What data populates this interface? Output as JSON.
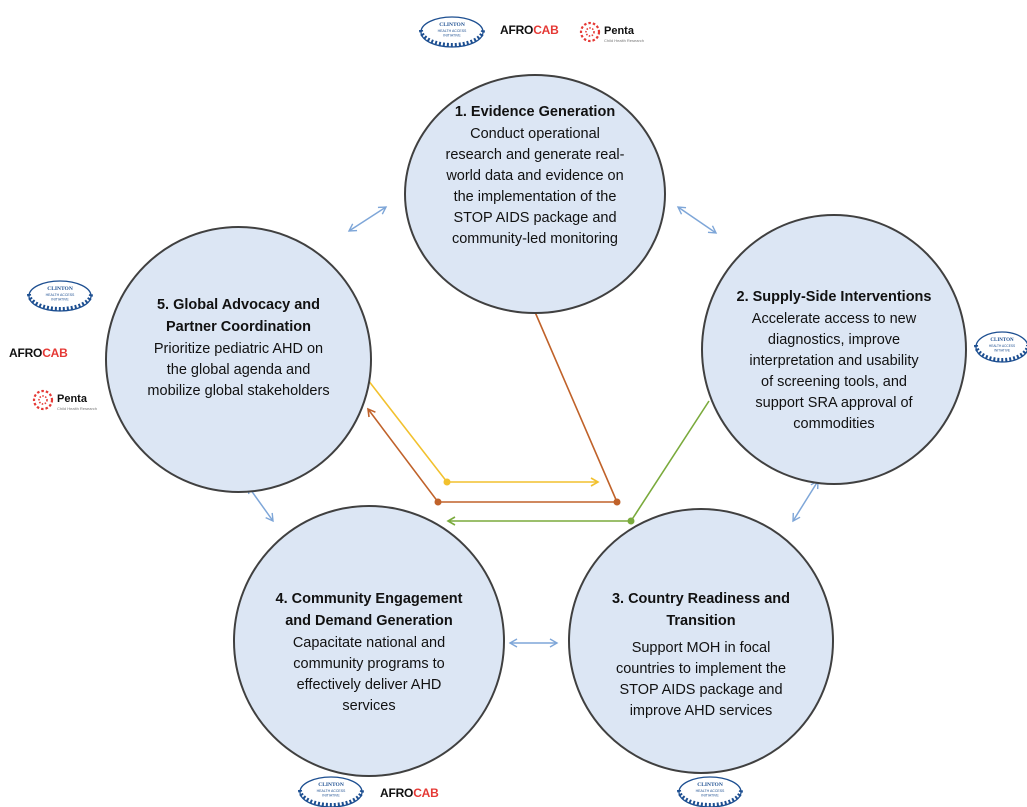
{
  "nodes": [
    {
      "id": "evidence",
      "title": [
        "1. Evidence Generation"
      ],
      "desc": [
        "Conduct operational",
        "research and generate real-",
        "world data and evidence on",
        "the implementation  of the",
        "STOP AIDS package and",
        "community-led monitoring"
      ]
    },
    {
      "id": "supply",
      "title": [
        "2. Supply-Side Interventions"
      ],
      "desc": [
        "Accelerate access to new",
        "diagnostics, improve",
        "interpretation and usability",
        "of screening tools, and",
        "support SRA approval of",
        "commodities"
      ]
    },
    {
      "id": "country",
      "title": [
        "3. Country Readiness and",
        "Transition"
      ],
      "desc": [
        "Support MOH in focal",
        "countries to implement the",
        "STOP AIDS package and",
        "improve AHD services"
      ]
    },
    {
      "id": "community",
      "title": [
        "4. Community Engagement",
        "and Demand Generation"
      ],
      "desc": [
        "Capacitate national and",
        "community programs to",
        "effectively deliver AHD",
        "services"
      ]
    },
    {
      "id": "advocacy",
      "title": [
        "5. Global Advocacy and",
        "Partner Coordination"
      ],
      "desc": [
        "Prioritize pediatric AHD on",
        "the global agenda and",
        "mobilize global stakeholders"
      ]
    }
  ],
  "partners": {
    "afrocab_part1": "AFRO",
    "afrocab_part2": "CAB",
    "penta": "Penta",
    "penta_sub": "Child Health Research",
    "clinton_line1": "CLINTON",
    "clinton_line2": "HEALTH ACCESS",
    "clinton_line3": "INITIATIVE"
  },
  "colors": {
    "circle_fill": "#dce6f4",
    "circle_stroke": "#404040",
    "cycle_arrow": "#7ea6d8",
    "connector_orange": "#c0622a",
    "connector_yellow": "#f2c12e",
    "connector_green": "#7aaa3c",
    "afrocab_red": "#e53935",
    "clinton_blue": "#1d4f91"
  },
  "icons": [
    "double-arrow-icon",
    "clinton-logo-icon",
    "penta-logo-icon"
  ]
}
